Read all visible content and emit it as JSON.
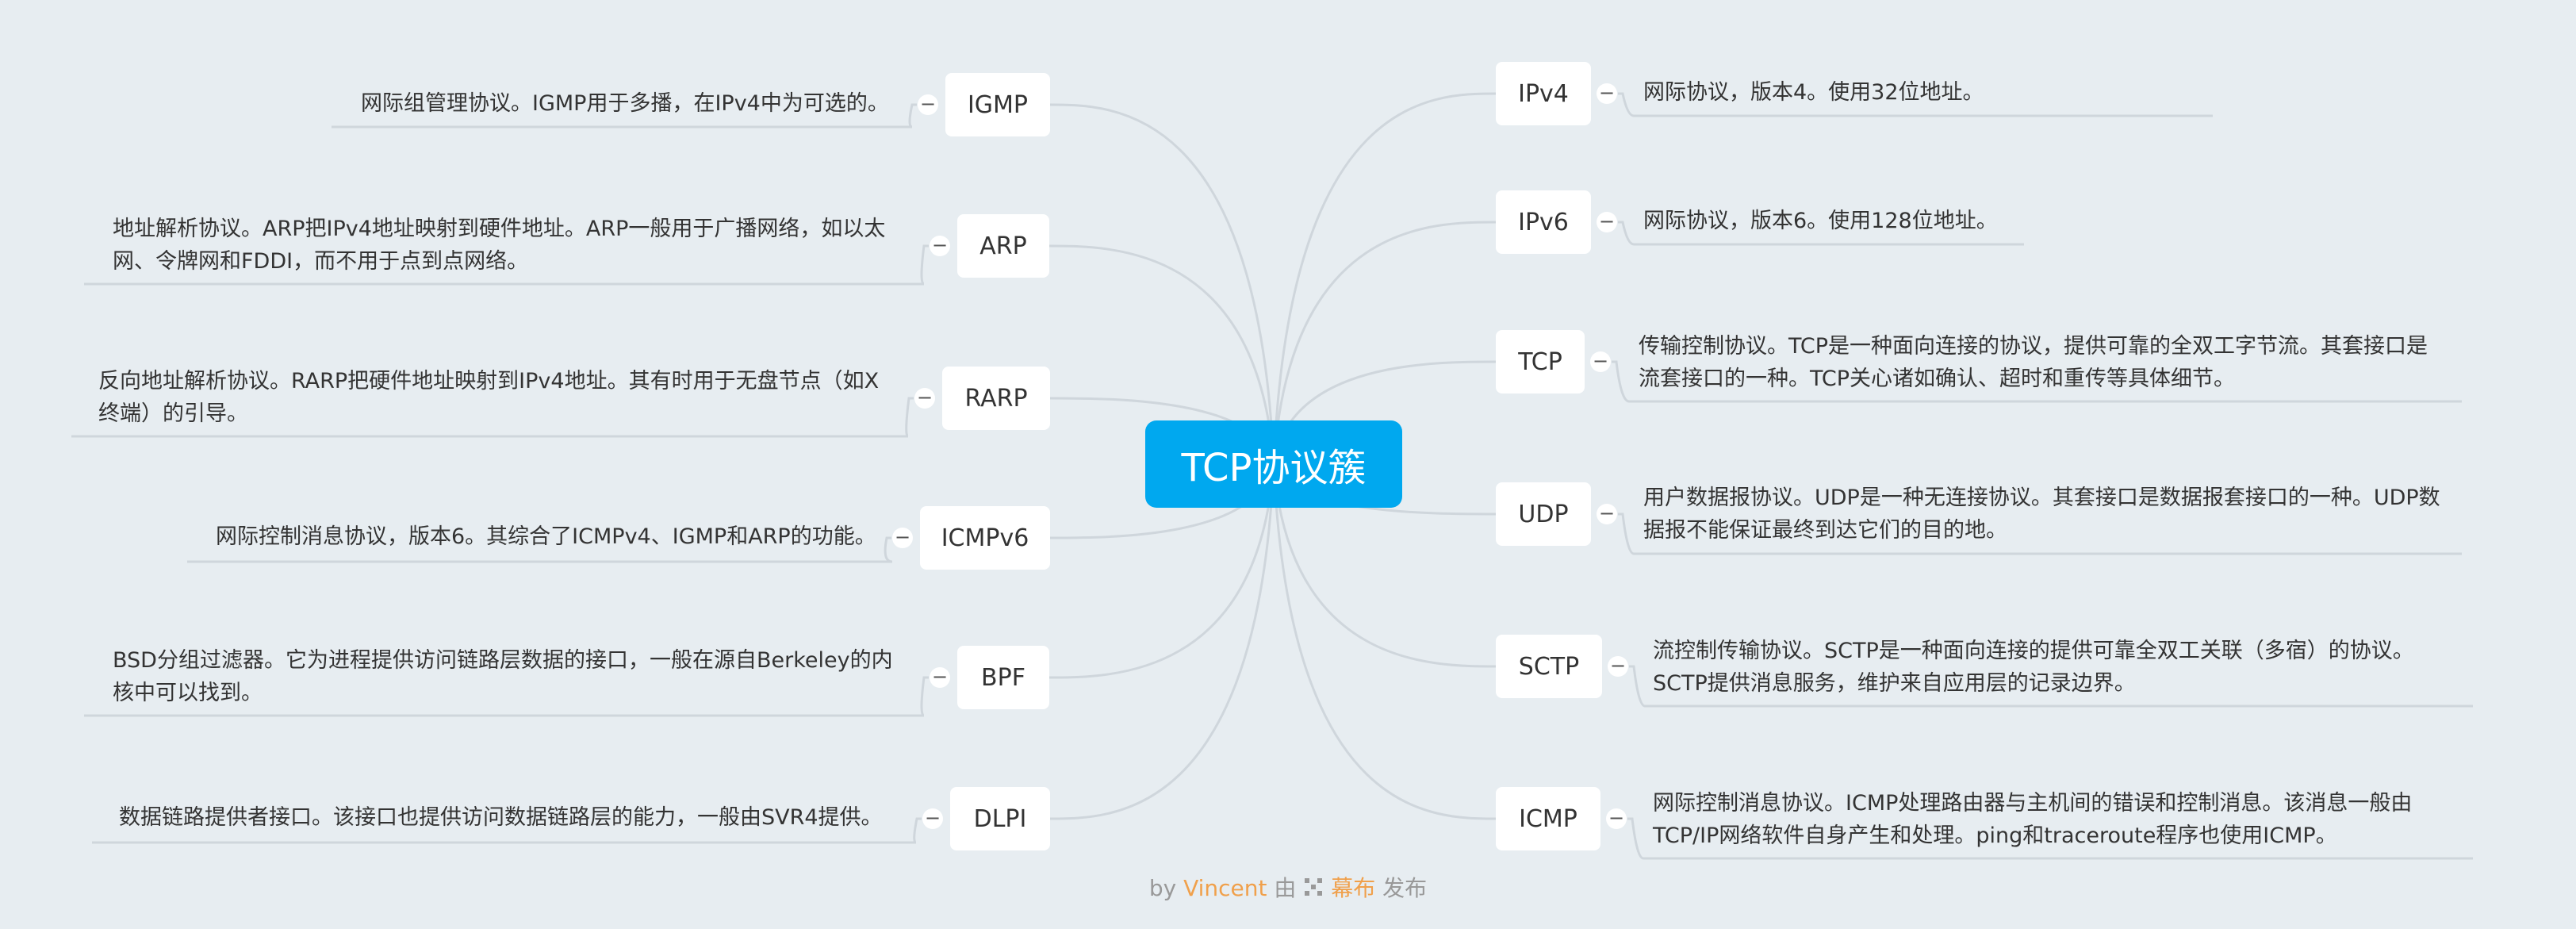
{
  "center": {
    "label": "TCP协议簇"
  },
  "left": [
    {
      "label": "IGMP",
      "desc": "网际组管理协议。IGMP用于多播，在IPv4中为可选的。"
    },
    {
      "label": "ARP",
      "desc": "地址解析协议。ARP把IPv4地址映射到硬件地址。ARP一般用于广播网络，如以太网、令牌网和FDDI，而不用于点到点网络。"
    },
    {
      "label": "RARP",
      "desc": "反向地址解析协议。RARP把硬件地址映射到IPv4地址。其有时用于无盘节点（如X终端）的引导。"
    },
    {
      "label": "ICMPv6",
      "desc": "网际控制消息协议，版本6。其综合了ICMPv4、IGMP和ARP的功能。"
    },
    {
      "label": "BPF",
      "desc": "BSD分组过滤器。它为进程提供访问链路层数据的接口，一般在源自Berkeley的内核中可以找到。"
    },
    {
      "label": "DLPI",
      "desc": "数据链路提供者接口。该接口也提供访问数据链路层的能力，一般由SVR4提供。"
    }
  ],
  "right": [
    {
      "label": "IPv4",
      "desc": "网际协议，版本4。使用32位地址。"
    },
    {
      "label": "IPv6",
      "desc": "网际协议，版本6。使用128位地址。"
    },
    {
      "label": "TCP",
      "desc": "传输控制协议。TCP是一种面向连接的协议，提供可靠的全双工字节流。其套接口是流套接口的一种。TCP关心诸如确认、超时和重传等具体细节。"
    },
    {
      "label": "UDP",
      "desc": "用户数据报协议。UDP是一种无连接协议。其套接口是数据报套接口的一种。UDP数据报不能保证最终到达它们的目的地。"
    },
    {
      "label": "SCTP",
      "desc": "流控制传输协议。SCTP是一种面向连接的提供可靠全双工关联（多宿）的协议。SCTP提供消息服务，维护来自应用层的记录边界。"
    },
    {
      "label": "ICMP",
      "desc": "网际控制消息协议。ICMP处理路由器与主机间的错误和控制消息。该消息一般由TCP/IP网络软件自身产生和处理。ping和traceroute程序也使用ICMP。"
    }
  ],
  "collapse_symbol": "−",
  "footer": {
    "by": "by",
    "author": "Vincent",
    "mid": "由",
    "brand": "幕布",
    "end": "发布"
  },
  "colors": {
    "center": "#00a8ef",
    "background": "#e7edf1",
    "line": "#cfd6dc",
    "accent": "#f0a04b"
  }
}
